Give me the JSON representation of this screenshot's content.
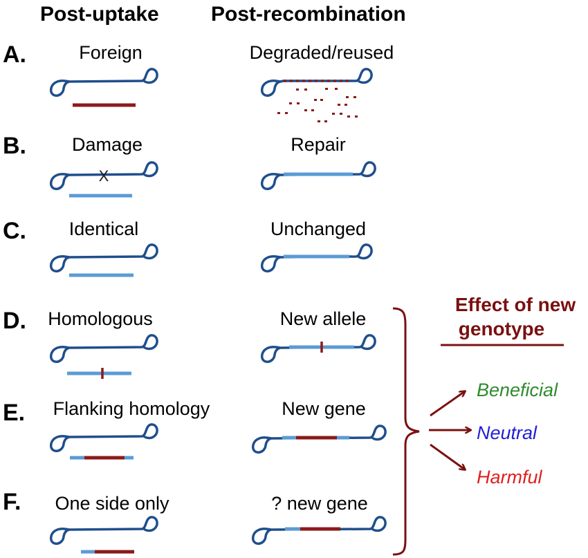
{
  "headers": {
    "post_uptake": "Post-uptake",
    "post_recombination": "Post-recombination"
  },
  "rows": [
    {
      "letter": "A.",
      "uptake": "Foreign",
      "result": "Degraded/reused"
    },
    {
      "letter": "B.",
      "uptake": "Damage",
      "result": "Repair"
    },
    {
      "letter": "C.",
      "uptake": "Identical",
      "result": "Unchanged"
    },
    {
      "letter": "D.",
      "uptake": "Homologous",
      "result": "New allele"
    },
    {
      "letter": "E.",
      "uptake": "Flanking homology",
      "result": "New gene"
    },
    {
      "letter": "F.",
      "uptake": "One side only",
      "result": "? new gene"
    }
  ],
  "damage_mark": "X",
  "effect": {
    "title_line1": "Effect of new",
    "title_line2": "genotype",
    "outcomes": [
      {
        "label": "Beneficial",
        "color": "#2e8b2e"
      },
      {
        "label": "Neutral",
        "color": "#1f1fd6"
      },
      {
        "label": "Harmful",
        "color": "#e02020"
      }
    ]
  },
  "colors": {
    "chromosome": "#1f4e8c",
    "homologous_dna": "#5b9bd5",
    "foreign_dna": "#8b1a1a",
    "effect_title": "#7a1010"
  }
}
